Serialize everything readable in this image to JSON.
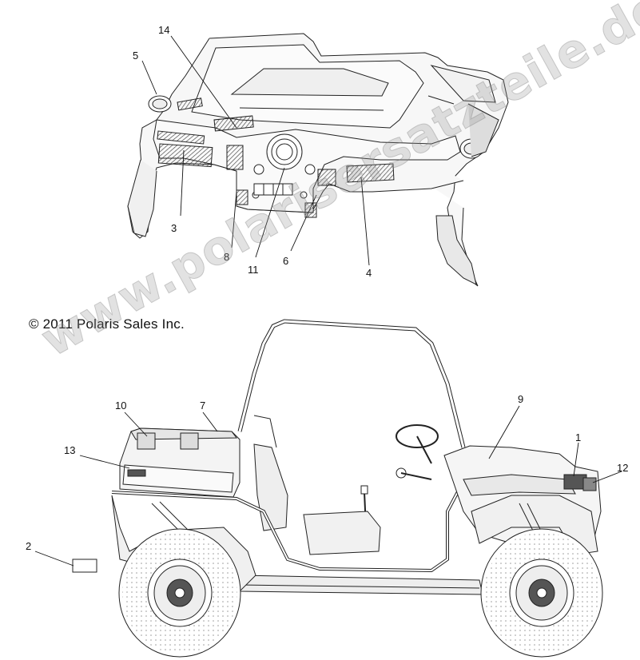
{
  "copyright": "© 2011 Polaris Sales Inc.",
  "watermark": "www.polarisersatzteile.de",
  "callouts": [
    "14",
    "5",
    "3",
    "8",
    "11",
    "6",
    "4",
    "10",
    "7",
    "13",
    "9",
    "1",
    "12",
    "2"
  ]
}
